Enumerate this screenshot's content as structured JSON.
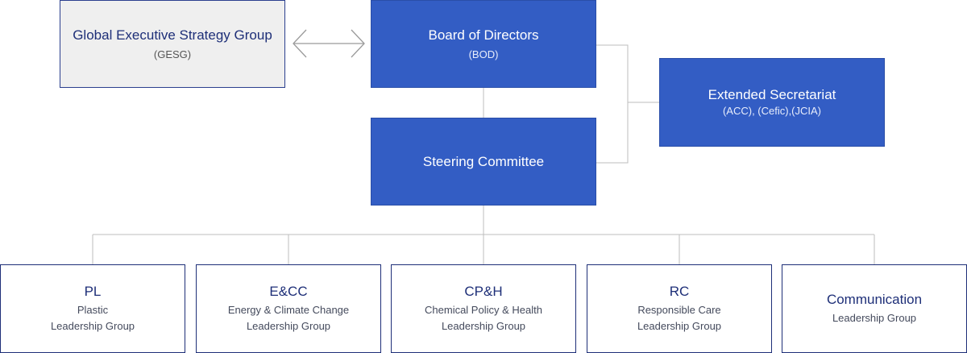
{
  "top": {
    "gesg": {
      "title": "Global Executive Strategy Group",
      "sub": "(GESG)"
    },
    "bod": {
      "title": "Board of Directors",
      "sub": "(BOD)"
    },
    "secretariat": {
      "title": "Extended Secretariat",
      "sub": "(ACC), (Cefic),(JCIA)"
    },
    "steering": {
      "title": "Steering Committee"
    }
  },
  "groups": [
    {
      "abbr": "PL",
      "line1": "Plastic",
      "line2": "Leadership Group"
    },
    {
      "abbr": "E&CC",
      "line1": "Energy & Climate Change",
      "line2": "Leadership Group"
    },
    {
      "abbr": "CP&H",
      "line1": "Chemical Policy & Health",
      "line2": "Leadership Group"
    },
    {
      "abbr": "RC",
      "line1": "Responsible Care",
      "line2": "Leadership Group"
    },
    {
      "abbr": "Communication",
      "line1": "Leadership Group"
    }
  ],
  "colors": {
    "primary_blue": "#335dc4",
    "navy_text": "#1e2f78",
    "connector": "#bdbdbd",
    "grey_box": "#efefef"
  },
  "icons": {
    "gesg_bod_link": "double-arrow-icon"
  }
}
